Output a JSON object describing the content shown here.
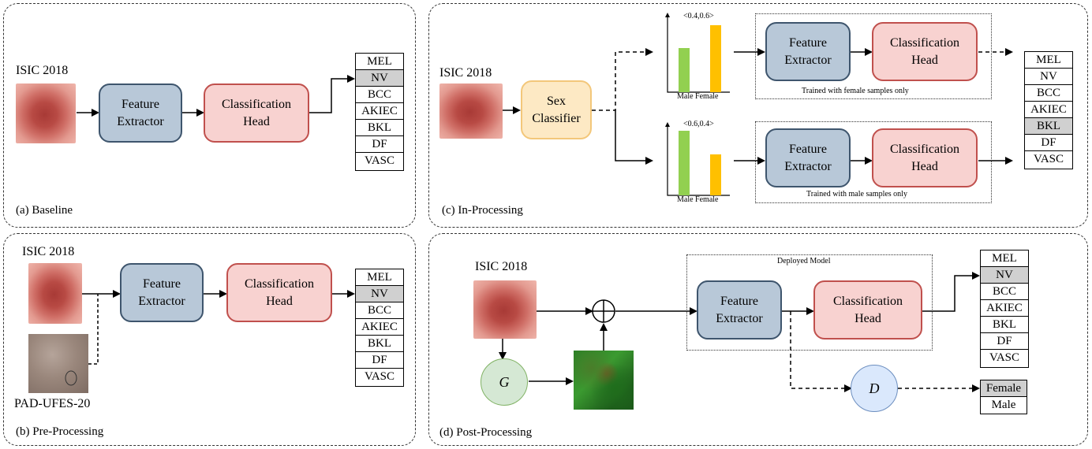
{
  "dataset": "ISIC 2018",
  "dataset2": "PAD-UFES-20",
  "fe_label": [
    "Feature",
    "Extractor"
  ],
  "ch_label": [
    "Classification",
    "Head"
  ],
  "sex_classifier": [
    "Sex",
    "Classifier"
  ],
  "classes": [
    "MEL",
    "NV",
    "BCC",
    "AKIEC",
    "BKL",
    "DF",
    "VASC"
  ],
  "sex_labels": [
    "Female",
    "Male"
  ],
  "panels": {
    "a": "(a) Baseline",
    "b": "(b) Pre-Processing",
    "c": "(c) In-Processing",
    "d": "(d) Post-Processing"
  },
  "in_processing": {
    "female_branch": {
      "ratio": "<0.4,0.6>",
      "note": "Trained with female samples only",
      "male_value": 0.4,
      "female_value": 0.6
    },
    "male_branch": {
      "ratio": "<0.6,0.4>",
      "note": "Trained with male samples only",
      "male_value": 0.6,
      "female_value": 0.4
    },
    "bar_labels": [
      "Male",
      "Female"
    ],
    "colors": {
      "male": "#92d050",
      "female": "#ffc000"
    }
  },
  "post_processing": {
    "deployed_model": "Deployed Model",
    "generator": "G",
    "discriminator": "D"
  },
  "highlight": {
    "a": "NV",
    "b": "NV",
    "c": "BKL",
    "d": "NV",
    "d_sex": "Female"
  }
}
